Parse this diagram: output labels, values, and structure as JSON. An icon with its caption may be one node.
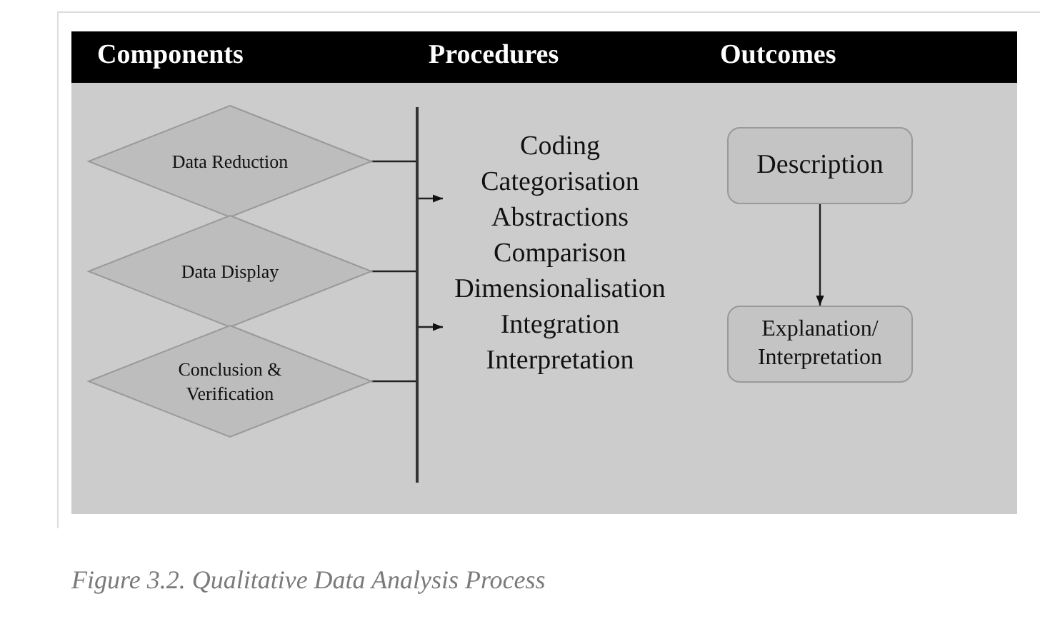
{
  "diagram": {
    "caption": "Figure 3.2. Qualitative Data Analysis Process",
    "nodes": [
      {
        "text": [
          "Data Reduction"
        ]
      },
      {
        "text": [
          "Data Display"
        ]
      },
      {
        "text": [
          "Conclusion & Verification"
        ]
      },
      {
        "text": [],
        "shape": "bar"
      },
      {
        "text": [
          "Coding",
          "Categorisation",
          "Abstractions",
          "Comparison",
          "Dimensionalisation",
          "Integration",
          "Interpretation"
        ]
      },
      {
        "text": [
          "Description"
        ]
      },
      {
        "text": [
          "Explanation/ Interpretation"
        ]
      }
    ],
    "edges": [
      {
        "from": 0,
        "to": 3,
        "arrow": "none"
      },
      {
        "from": 1,
        "to": 3,
        "arrow": "none"
      },
      {
        "from": 2,
        "to": 3,
        "arrow": "none"
      },
      {
        "from": 3,
        "to": 4,
        "arrow": "to"
      },
      {
        "from": 3,
        "to": 4,
        "arrow": "to"
      },
      {
        "from": 5,
        "to": 6,
        "arrow": "to"
      }
    ],
    "labels": [
      "Components",
      "Procedures",
      "Outcomes"
    ]
  }
}
